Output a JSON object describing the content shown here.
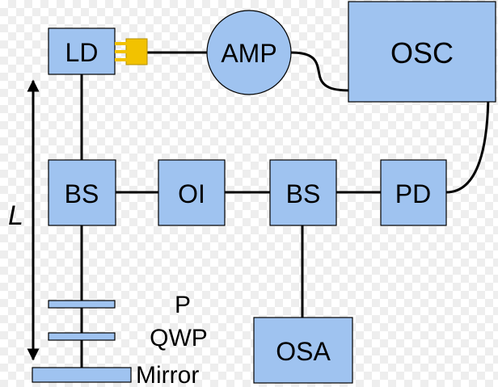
{
  "components": {
    "laser_diode": "LD",
    "amplifier": "AMP",
    "oscilloscope": "OSC",
    "beam_splitter_left": "BS",
    "optical_isolator": "OI",
    "beam_splitter_right": "BS",
    "photodetector": "PD",
    "spectrum_analyzer": "OSA"
  },
  "optics": {
    "polarizer": "P",
    "quarter_wave_plate": "QWP",
    "mirror": "Mirror"
  },
  "cavity_length_label": "L",
  "colors": {
    "component_fill": "#9fc3f0",
    "connector": "#f2c200",
    "wire": "#000000"
  }
}
